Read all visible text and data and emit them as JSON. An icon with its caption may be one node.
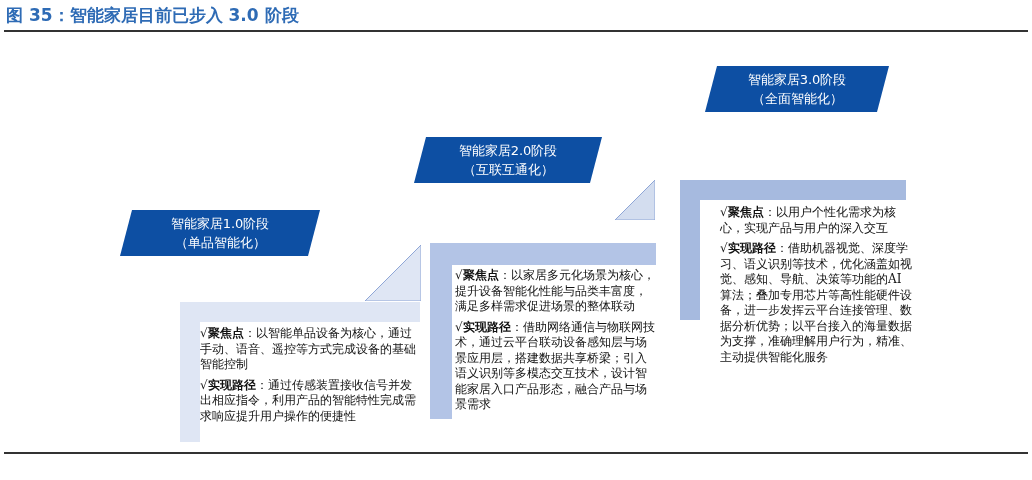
{
  "diagram": {
    "title": "图 35：智能家居目前已步入 3.0 阶段",
    "nodes": [
      {
        "text": [
          "智能家居1.0阶段",
          "（单品智能化）"
        ]
      },
      {
        "text": [
          "√**聚焦点**：以智能单品设备为核心，通过手动、语音、遥控等方式完成设备的基础智能控制",
          "√**实现路径**：通过传感装置接收信号并发出相应指令，利用产品的智能特性完成需求响应提升用户操作的便捷性"
        ]
      },
      {
        "text": [
          "智能家居2.0阶段",
          "（互联互通化）"
        ]
      },
      {
        "text": [
          "√**聚焦点**：以家居多元化场景为核心，提升设备智能化性能与品类丰富度，满足多样需求促进场景的整体联动",
          "√**实现路径**：借助网络通信与物联网技术，通过云平台联动设备感知层与场景应用层，搭建数据共享桥梁；引入语义识别等多模态交互技术，设计智能家居入口产品形态，融合产品与场景需求"
        ]
      },
      {
        "text": [
          "智能家居3.0阶段",
          "（全面智能化）"
        ]
      },
      {
        "text": [
          "√**聚焦点**：以用户个性化需求为核心，实现产品与用户的深入交互",
          "√**实现路径**：借助机器视觉、深度学习、语义识别等技术，优化涵盖如视觉、感知、导航、决策等功能的AI算法；叠加专用芯片等高性能硬件设备，进一步发挥云平台连接管理、数据分析优势；以平台接入的海量数据为支撑，准确理解用户行为，精准、主动提供智能化服务"
        ]
      }
    ]
  }
}
